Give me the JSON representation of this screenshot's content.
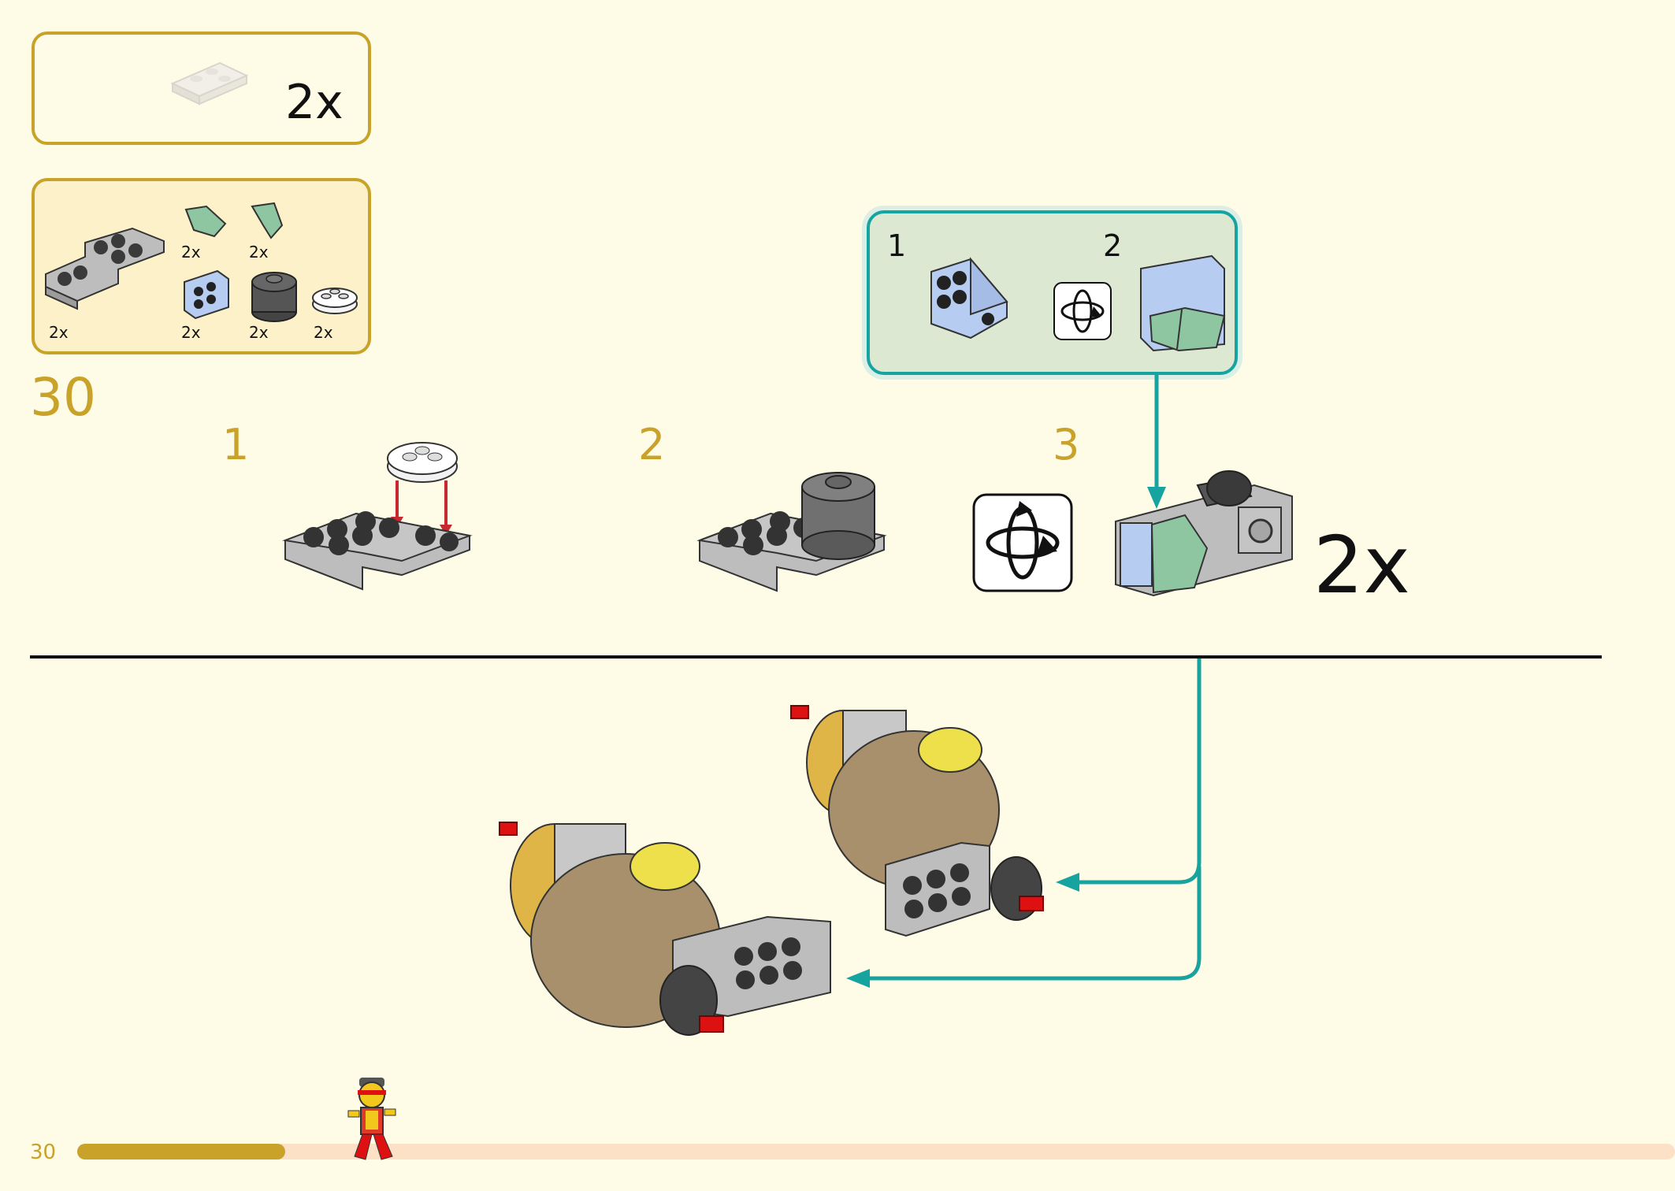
{
  "callout_box": {
    "num1": "1",
    "num2": "2"
  },
  "step": {
    "number": "30",
    "substeps": [
      "1",
      "2",
      "3"
    ],
    "multiplier": "2x"
  },
  "inventory": {
    "quantity_label": "2x",
    "parts": [
      {
        "icon": "gray-bracket-plate",
        "qty": "2x"
      },
      {
        "icon": "sand-green-wedge-left",
        "qty": "2x"
      },
      {
        "icon": "sand-green-wedge-right",
        "qty": "2x"
      },
      {
        "icon": "light-blue-bracket",
        "qty": "2x"
      },
      {
        "icon": "dark-gray-round-brick",
        "qty": "2x"
      },
      {
        "icon": "white-round-plate",
        "qty": "2x"
      }
    ]
  },
  "footer": {
    "page_number": "30",
    "progress": 0.13
  },
  "colors": {
    "background": "#FEFBE6",
    "accent_gold": "#C9A22A",
    "callout_teal": "#17A3A0",
    "progress_track": "#FCE1C6"
  }
}
